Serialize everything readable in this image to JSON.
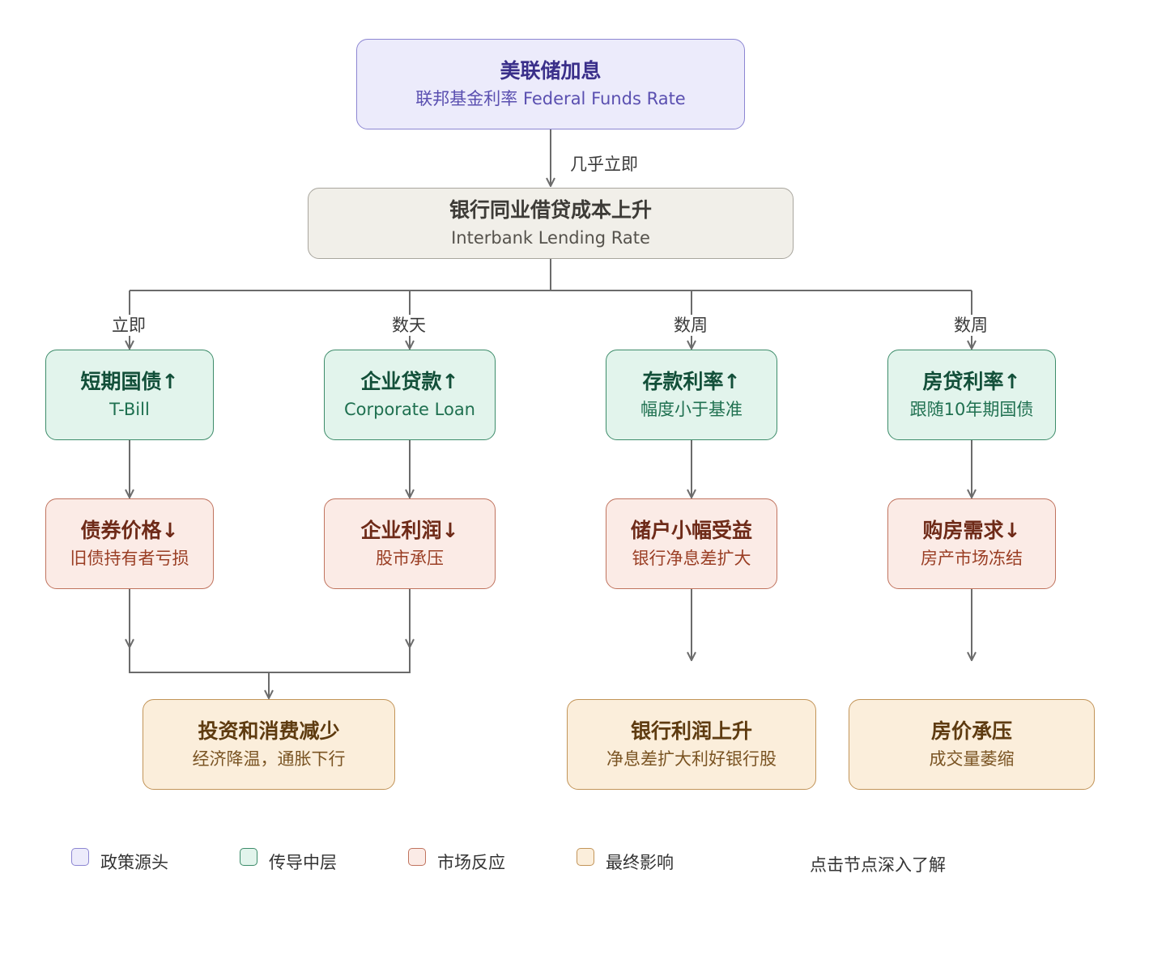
{
  "nodes": {
    "fed": {
      "title": "美联储加息",
      "subtitle": "联邦基金利率 Federal Funds Rate"
    },
    "interbank": {
      "title": "银行同业借贷成本上升",
      "subtitle": "Interbank Lending Rate"
    },
    "tbill": {
      "title": "短期国债↑",
      "subtitle": "T-Bill"
    },
    "loan": {
      "title": "企业贷款↑",
      "subtitle": "Corporate Loan"
    },
    "deposit": {
      "title": "存款利率↑",
      "subtitle": "幅度小于基准"
    },
    "mortgage": {
      "title": "房贷利率↑",
      "subtitle": "跟随10年期国债"
    },
    "bondprice": {
      "title": "债券价格↓",
      "subtitle": "旧债持有者亏损"
    },
    "profit": {
      "title": "企业利润↓",
      "subtitle": "股市承压"
    },
    "saver": {
      "title": "储户小幅受益",
      "subtitle": "银行净息差扩大"
    },
    "demand": {
      "title": "购房需求↓",
      "subtitle": "房产市场冻结"
    },
    "consume": {
      "title": "投资和消费减少",
      "subtitle": "经济降温，通胀下行"
    },
    "bankprofit": {
      "title": "银行利润上升",
      "subtitle": "净息差扩大利好银行股"
    },
    "house": {
      "title": "房价承压",
      "subtitle": "成交量萎缩"
    }
  },
  "edge_labels": {
    "fed_interbank": "几乎立即",
    "tbill": "立即",
    "loan": "数天",
    "deposit": "数周",
    "mortgage": "数周"
  },
  "legend": [
    {
      "label": "政策源头",
      "fill": "#ecebfb",
      "stroke": "#8c86d2"
    },
    {
      "label": "传导中层",
      "fill": "#e2f4ec",
      "stroke": "#3d8c6a"
    },
    {
      "label": "市场反应",
      "fill": "#fbebe6",
      "stroke": "#c0735e"
    },
    {
      "label": "最终影响",
      "fill": "#fbeedb",
      "stroke": "#c29458"
    }
  ],
  "hint": "点击节点深入了解",
  "colors": {
    "policy": "#ecebfb",
    "neutral": "#f1efe9",
    "conduct": "#e2f4ec",
    "market": "#fbebe6",
    "impact": "#fbeedb",
    "arrow": "#6b6b6b"
  }
}
